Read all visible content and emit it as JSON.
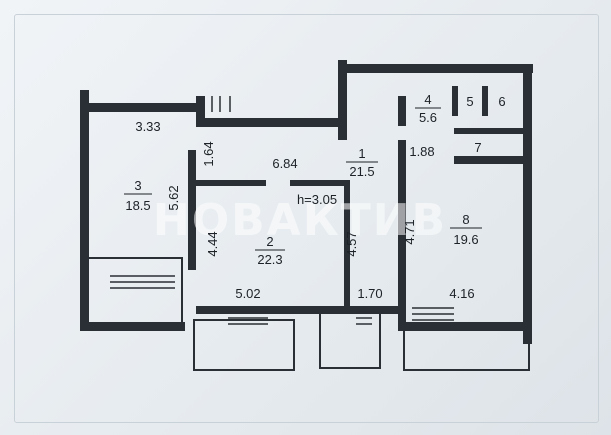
{
  "watermark": "НОВАКТИВ",
  "ceiling_height": "h=3.05",
  "rooms": [
    {
      "number": "1",
      "area": "21.5"
    },
    {
      "number": "2",
      "area": "22.3"
    },
    {
      "number": "3",
      "area": "18.5"
    },
    {
      "number": "4",
      "area": "5.6"
    },
    {
      "number": "5"
    },
    {
      "number": "6"
    },
    {
      "number": "7"
    },
    {
      "number": "8",
      "area": "19.6"
    }
  ],
  "dimensions": {
    "d333": "3.33",
    "d164": "1.64",
    "d684": "6.84",
    "d188": "1.88",
    "d562": "5.62",
    "d444": "4.44",
    "d457": "4.57",
    "d471": "4.71",
    "d502": "5.02",
    "d170": "1.70",
    "d416": "4.16"
  }
}
